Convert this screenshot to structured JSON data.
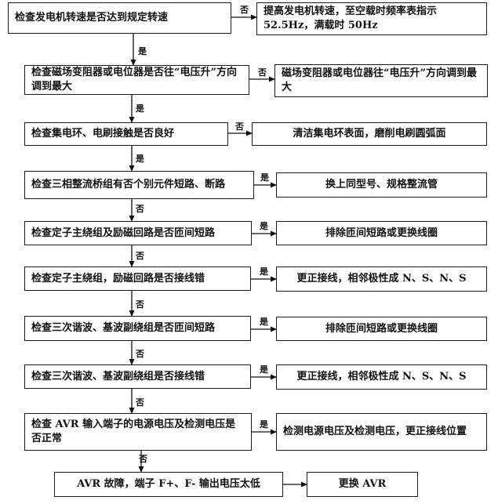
{
  "steps": [
    {
      "check": "检查发电机转速是否达到规定转速",
      "action": "提高发电机转速，至空载时频率表指示 52.5Hz，满载时 50Hz",
      "branch": "否",
      "next": "是"
    },
    {
      "check": "检查磁场变阻器或电位器是否往“电压升”方向调到最大",
      "action": "磁场变阻器或电位器往“电压升”方向调到最大",
      "branch": "否",
      "next": "是"
    },
    {
      "check": "检查集电环、电刷接触是否良好",
      "action": "清洁集电环表面，磨削电刷圆弧面",
      "branch": "否",
      "next": "是"
    },
    {
      "check": "检查三相整流桥组有否个别元件短路、断路",
      "action": "换上同型号、规格整流管",
      "branch": "是",
      "next": "否"
    },
    {
      "check": "检查定子主绕组及励磁回路是否匝间短路",
      "action": "排除匝间短路或更换线圈",
      "branch": "是",
      "next": "否"
    },
    {
      "check": "检查定子主绕组，励磁回路是否接线错",
      "action": "更正接线，相邻极性成 N、S、N、S",
      "branch": "是",
      "next": "否"
    },
    {
      "check": "检查三次谐波、基波副绕组是否匝间短路",
      "action": "排除匝间短路或更换线圈",
      "branch": "是",
      "next": "否"
    },
    {
      "check": "检查三次谐波、基波副绕组是否接线错",
      "action": "更正接线，相邻极性成 N、S、N、S",
      "branch": "是",
      "next": "否"
    },
    {
      "check": "检查 AVR 输入端子的电源电压及检测电压是否正常",
      "action": "检测电源电压及检测电压，更正接线位置",
      "branch": "是",
      "next": "否"
    },
    {
      "check": "AVR 故障，端子 F+、F- 输出电压太低",
      "action": "更换 AVR",
      "branch": "",
      "next": ""
    }
  ]
}
